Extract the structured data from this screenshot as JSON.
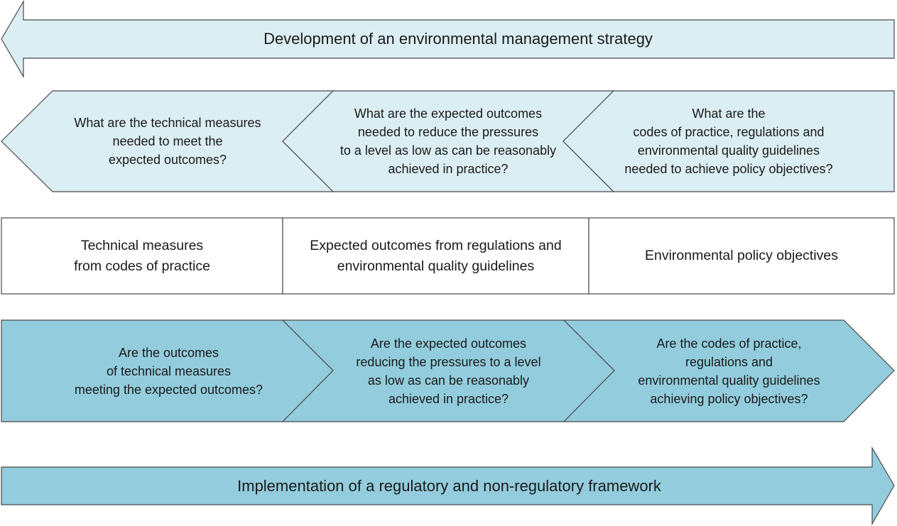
{
  "colors": {
    "light_fill": "#dbeef4",
    "dark_fill": "#93cddd",
    "white_fill": "#ffffff",
    "stroke": "#4a4a4a"
  },
  "top_arrow": {
    "label": "Development of an environmental management strategy"
  },
  "planning_row": [
    {
      "lines": [
        "What are the technical measures",
        "needed to meet the",
        "expected outcomes?"
      ]
    },
    {
      "lines": [
        "What are the expected outcomes",
        "needed to reduce the pressures",
        "to a level as low as can be reasonably",
        "achieved in practice?"
      ]
    },
    {
      "lines": [
        "What are the",
        "codes of practice, regulations and",
        "environmental quality guidelines",
        "needed to achieve policy objectives?"
      ]
    }
  ],
  "middle_row": [
    {
      "lines": [
        "Technical measures",
        "from codes of practice"
      ]
    },
    {
      "lines": [
        "Expected outcomes from regulations and",
        "environmental quality guidelines"
      ]
    },
    {
      "lines": [
        "Environmental policy objectives"
      ]
    }
  ],
  "review_row": [
    {
      "lines": [
        "Are the outcomes",
        "of technical measures",
        "meeting the expected outcomes?"
      ]
    },
    {
      "lines": [
        "Are the expected outcomes",
        "reducing the pressures to a level",
        "as low as can be reasonably",
        "achieved in practice?"
      ]
    },
    {
      "lines": [
        "Are the codes of practice,",
        "regulations and",
        "environmental quality guidelines",
        "achieving policy objectives?"
      ]
    }
  ],
  "bottom_arrow": {
    "label": "Implementation of a regulatory and non-regulatory framework"
  }
}
